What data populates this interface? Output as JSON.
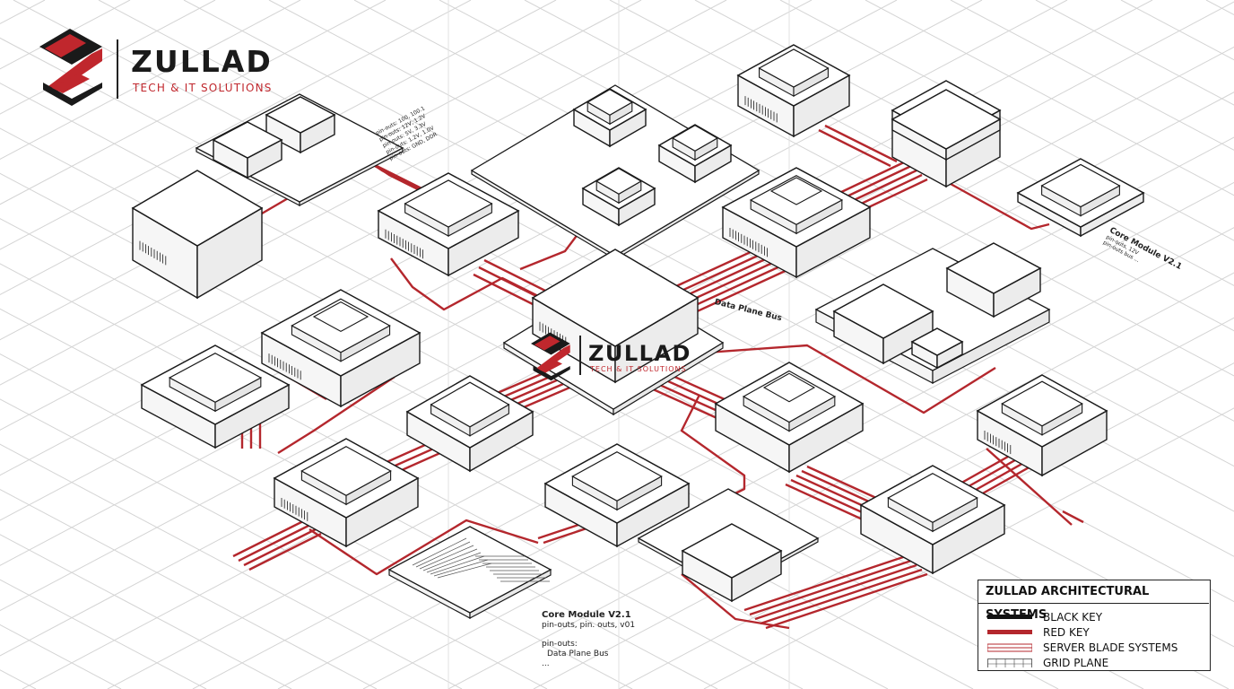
{
  "brand": {
    "name": "ZULLAD",
    "tagline": "TECH & IT SOLUTIONS",
    "center_name": "ZULLAD",
    "center_tagline": "TECH & IT SOLUTIONS"
  },
  "colors": {
    "accent_red": "#b4272d",
    "ink": "#1a1a1a",
    "grid": "#d4d4d4",
    "brand_red": "#c0272d"
  },
  "annotations": {
    "pinout_notes": [
      "pin-outs: 100, 100.1",
      "pin-outs: 12V, 1.2V",
      "pin-outs: 5V, 3.3V",
      "pin-outs: 1.2V, 1.0V",
      "pin-outs: GND, DDR"
    ],
    "data_plane_bus": "Data Plane Bus",
    "core_module_right": {
      "title": "Core Module V2.1",
      "lines": [
        "pin-outs, 12V",
        "pin-outs bus ..."
      ]
    },
    "core_module_bottom": {
      "title": "Core Module V2.1",
      "line1": "pin-outs, pin. outs, v01",
      "line2": "pin-outs:",
      "line3": "Data Plane Bus",
      "line4": "..."
    }
  },
  "legend": {
    "title": "ZULLAD ARCHITECTURAL SYSTEMS",
    "items": [
      {
        "label": "BLACK KEY",
        "style": "black-line"
      },
      {
        "label": "RED KEY",
        "style": "red-line"
      },
      {
        "label": "SERVER BLADE SYSTEMS",
        "style": "double-red-line"
      },
      {
        "label": "GRID PLANE",
        "style": "grid"
      }
    ]
  }
}
